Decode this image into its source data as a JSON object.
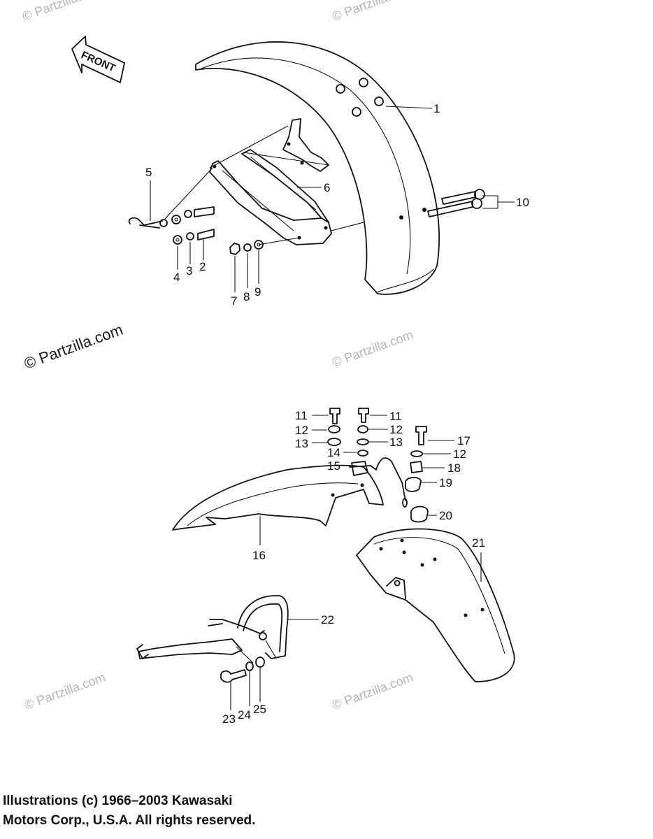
{
  "watermarks": {
    "main": "© Partzilla.com",
    "faint": "© Partzilla.com"
  },
  "front_arrow": {
    "label": "FRONT"
  },
  "callouts": [
    {
      "id": "1",
      "label": "1"
    },
    {
      "id": "2",
      "label": "2"
    },
    {
      "id": "3",
      "label": "3"
    },
    {
      "id": "4",
      "label": "4"
    },
    {
      "id": "5",
      "label": "5"
    },
    {
      "id": "6",
      "label": "6"
    },
    {
      "id": "7",
      "label": "7"
    },
    {
      "id": "8",
      "label": "8"
    },
    {
      "id": "9",
      "label": "9"
    },
    {
      "id": "10",
      "label": "10"
    },
    {
      "id": "11a",
      "label": "11"
    },
    {
      "id": "11b",
      "label": "11"
    },
    {
      "id": "12a",
      "label": "12"
    },
    {
      "id": "12b",
      "label": "12"
    },
    {
      "id": "12c",
      "label": "12"
    },
    {
      "id": "13a",
      "label": "13"
    },
    {
      "id": "13b",
      "label": "13"
    },
    {
      "id": "14",
      "label": "14"
    },
    {
      "id": "15",
      "label": "15"
    },
    {
      "id": "16",
      "label": "16"
    },
    {
      "id": "17",
      "label": "17"
    },
    {
      "id": "18",
      "label": "18"
    },
    {
      "id": "19",
      "label": "19"
    },
    {
      "id": "20",
      "label": "20"
    },
    {
      "id": "21",
      "label": "21"
    },
    {
      "id": "22",
      "label": "22"
    },
    {
      "id": "23",
      "label": "23"
    },
    {
      "id": "24",
      "label": "24"
    },
    {
      "id": "25",
      "label": "25"
    }
  ],
  "copyright": {
    "line1": "Illustrations (c) 1966–2003 Kawasaki",
    "line2": "Motors Corp., U.S.A.  All rights reserved."
  }
}
